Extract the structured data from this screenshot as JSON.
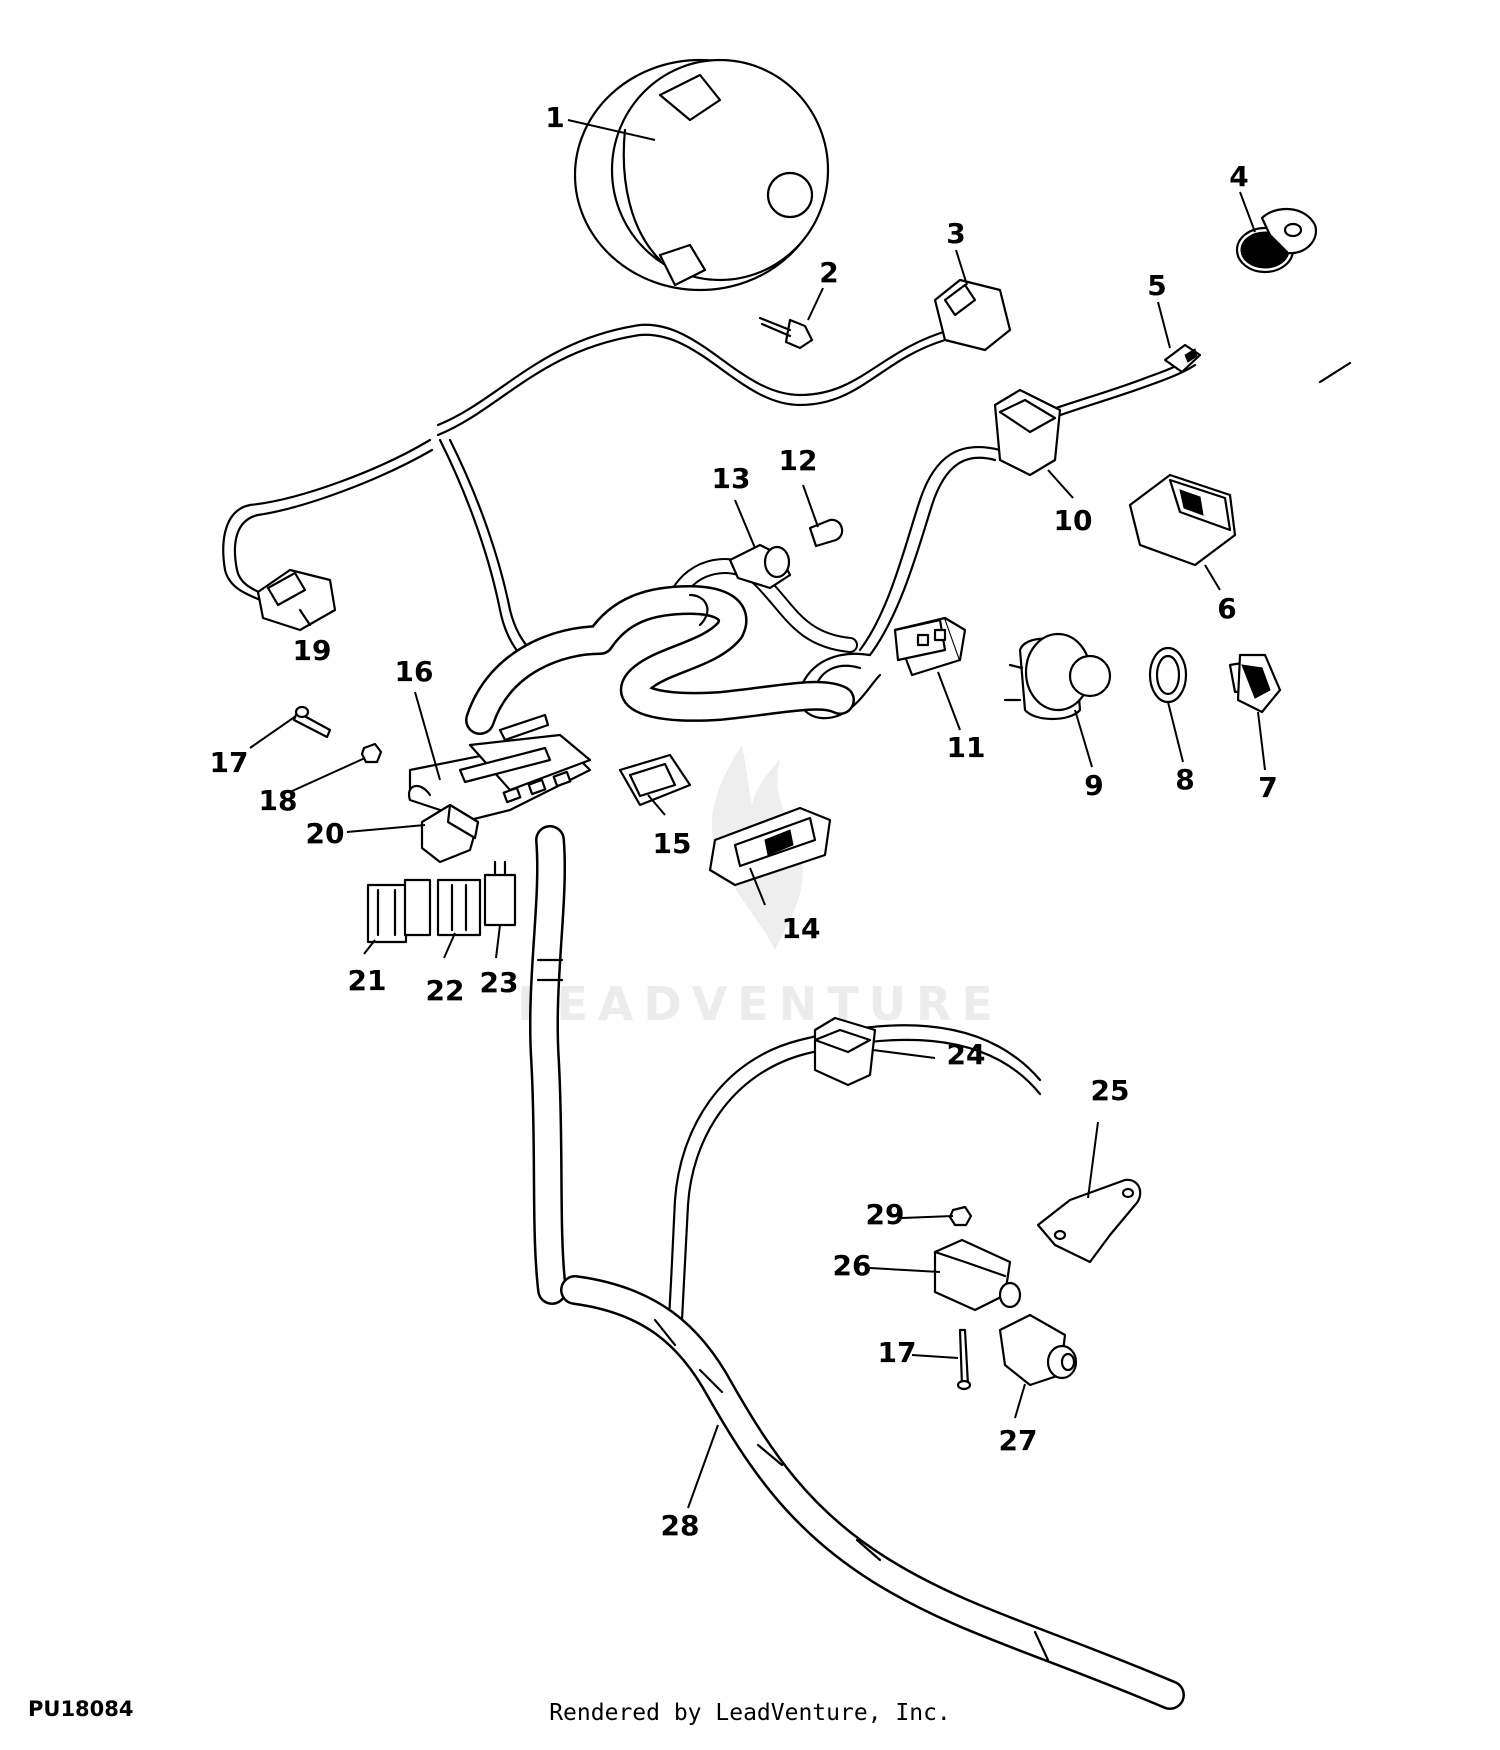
{
  "figure_id": "PU18084",
  "footer": "Rendered by LeadVenture, Inc.",
  "watermark": "LEADVENTURE",
  "callouts": {
    "c1": "1",
    "c2": "2",
    "c3": "3",
    "c4": "4",
    "c5": "5",
    "c6": "6",
    "c7": "7",
    "c8": "8",
    "c9": "9",
    "c10": "10",
    "c11": "11",
    "c12": "12",
    "c13": "13",
    "c14": "14",
    "c15": "15",
    "c16": "16",
    "c17a": "17",
    "c18": "18",
    "c19": "19",
    "c20": "20",
    "c21": "21",
    "c22": "22",
    "c23": "23",
    "c24": "24",
    "c25": "25",
    "c26": "26",
    "c17b": "17",
    "c27": "27",
    "c28": "28",
    "c29": "29"
  }
}
